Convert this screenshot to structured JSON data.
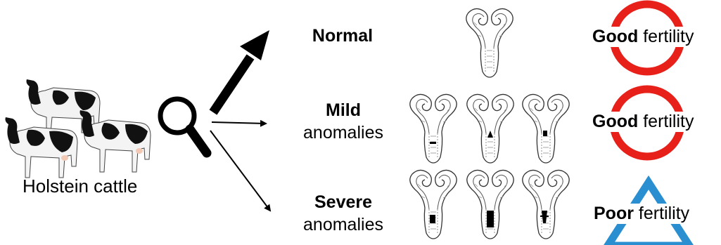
{
  "source": {
    "caption": "Holstein cattle"
  },
  "rows": [
    {
      "category_bold": "Normal",
      "category_rest": "",
      "fertility_strong": "Good",
      "fertility_rest": "fertility",
      "symbol": "circle",
      "symbol_color": "#e8201a",
      "uterus_count": 1
    },
    {
      "category_bold": "Mild",
      "category_rest": "anomalies",
      "fertility_strong": "Good",
      "fertility_rest": "fertility",
      "symbol": "circle",
      "symbol_color": "#e8201a",
      "uterus_count": 3
    },
    {
      "category_bold": "Severe",
      "category_rest": "anomalies",
      "fertility_strong": "Poor",
      "fertility_rest": "fertility",
      "symbol": "triangle",
      "symbol_color": "#2a8fd0",
      "uterus_count": 3
    }
  ],
  "icons": {
    "search": "magnifier-icon",
    "cattle": "holstein-cow-icon",
    "uterus": "uterus-drawing-icon"
  }
}
